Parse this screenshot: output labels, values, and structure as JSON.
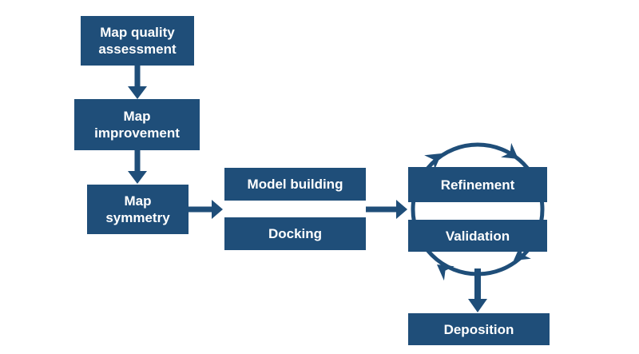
{
  "colors": {
    "node_fill": "#1f4e79",
    "node_text": "#ffffff",
    "connector": "#1f4e79",
    "background": "#ffffff"
  },
  "diagram": {
    "type": "flowchart",
    "nodes": [
      {
        "id": "map-quality-assessment",
        "label": "Map quality assessment"
      },
      {
        "id": "map-improvement",
        "label": "Map improvement"
      },
      {
        "id": "map-symmetry",
        "label": "Map symmetry"
      },
      {
        "id": "model-building",
        "label": "Model building"
      },
      {
        "id": "docking",
        "label": "Docking"
      },
      {
        "id": "refinement",
        "label": "Refinement"
      },
      {
        "id": "validation",
        "label": "Validation"
      },
      {
        "id": "deposition",
        "label": "Deposition"
      }
    ],
    "connectors": [
      {
        "from": "map-quality-assessment",
        "to": "map-improvement",
        "style": "block-arrow-down"
      },
      {
        "from": "map-improvement",
        "to": "map-symmetry",
        "style": "block-arrow-down"
      },
      {
        "from": "map-symmetry",
        "to": "model-building/docking",
        "style": "block-arrow-right"
      },
      {
        "from": "model-building/docking",
        "to": "refinement/validation",
        "style": "block-arrow-right"
      },
      {
        "from": "refinement/validation-cycle",
        "to": "deposition",
        "style": "block-arrow-down"
      }
    ],
    "cycle": {
      "between": [
        "refinement",
        "validation"
      ],
      "shape": "circle-with-four-arrowheads",
      "direction": "clockwise"
    }
  }
}
